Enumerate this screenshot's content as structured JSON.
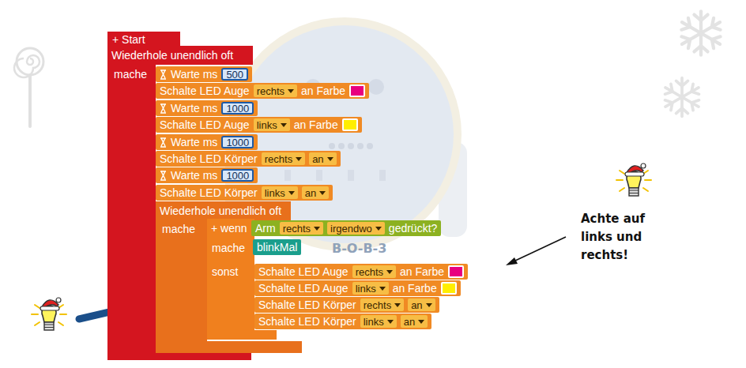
{
  "diagram": {
    "nodes": [
      {
        "text": [
          "+ Start"
        ]
      },
      {
        "text": [
          "Wiederhole unendlich oft",
          "mache"
        ],
        "in": 0
      },
      {
        "text": [
          "Warte ms"
        ],
        "in": 1
      },
      {
        "text": [
          "500"
        ],
        "in": 2
      },
      {
        "text": [
          "Schalte LED Auge",
          "an Farbe"
        ],
        "in": 1
      },
      {
        "text": [
          "rechts"
        ],
        "in": 4
      },
      {
        "text": [
          "Warte ms"
        ],
        "in": 1
      },
      {
        "text": [
          "1000"
        ],
        "in": 6
      },
      {
        "text": [
          "Schalte LED Auge",
          "an Farbe"
        ],
        "in": 1
      },
      {
        "text": [
          "links"
        ],
        "in": 8
      },
      {
        "text": [
          "Warte ms"
        ],
        "in": 1
      },
      {
        "text": [
          "1000"
        ],
        "in": 10
      },
      {
        "text": [
          "Schalte LED Körper"
        ],
        "in": 1
      },
      {
        "text": [
          "rechts"
        ],
        "in": 12
      },
      {
        "text": [
          "an"
        ],
        "in": 12
      },
      {
        "text": [
          "Warte ms"
        ],
        "in": 1
      },
      {
        "text": [
          "1000"
        ],
        "in": 15
      },
      {
        "text": [
          "Schalte LED Körper"
        ],
        "in": 1
      },
      {
        "text": [
          "links"
        ],
        "in": 17
      },
      {
        "text": [
          "an"
        ],
        "in": 17
      },
      {
        "text": [
          "Wiederhole unendlich oft",
          "mache"
        ],
        "in": 1
      },
      {
        "text": [
          "+ wenn",
          "mache",
          "sonst"
        ],
        "in": 20
      },
      {
        "text": [
          "Arm",
          "gedrückt?"
        ],
        "in": 21
      },
      {
        "text": [
          "rechts"
        ],
        "in": 22
      },
      {
        "text": [
          "irgendwo"
        ],
        "in": 22
      },
      {
        "text": [
          "blinkMal"
        ],
        "in": 21
      },
      {
        "text": [
          "Schalte LED Auge",
          "an Farbe"
        ],
        "in": 21
      },
      {
        "text": [
          "rechts"
        ],
        "in": 26
      },
      {
        "text": [
          "Schalte LED Auge",
          "an Farbe"
        ],
        "in": 21
      },
      {
        "text": [
          "links"
        ],
        "in": 28
      },
      {
        "text": [
          "Schalte LED Körper"
        ],
        "in": 21
      },
      {
        "text": [
          "rechts"
        ],
        "in": 30
      },
      {
        "text": [
          "an"
        ],
        "in": 30
      },
      {
        "text": [
          "Schalte LED Körper"
        ],
        "in": 21
      },
      {
        "text": [
          "links"
        ],
        "in": 33
      },
      {
        "text": [
          "an"
        ],
        "in": 33
      }
    ],
    "labels": [
      "Achte auf links und rechts!",
      "B-O-B-3"
    ]
  }
}
